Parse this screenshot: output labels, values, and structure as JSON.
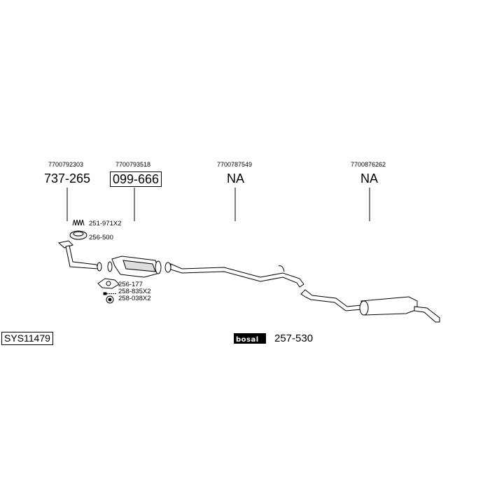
{
  "diagram": {
    "system_code": "SYS11479",
    "oe_numbers": [
      "7700792303",
      "7700793518",
      "7700787549",
      "7700876262"
    ],
    "groups": [
      {
        "part": "737-265",
        "boxed": false
      },
      {
        "part": "099-666",
        "boxed": true
      },
      {
        "part": "NA",
        "boxed": false
      },
      {
        "part": "NA",
        "boxed": false
      }
    ],
    "small_parts": [
      "251-971X2",
      "256-500",
      "256-177",
      "258-835X2",
      "258-038X2"
    ],
    "brand": {
      "logo_text": "bosal",
      "part": "257-530"
    }
  }
}
